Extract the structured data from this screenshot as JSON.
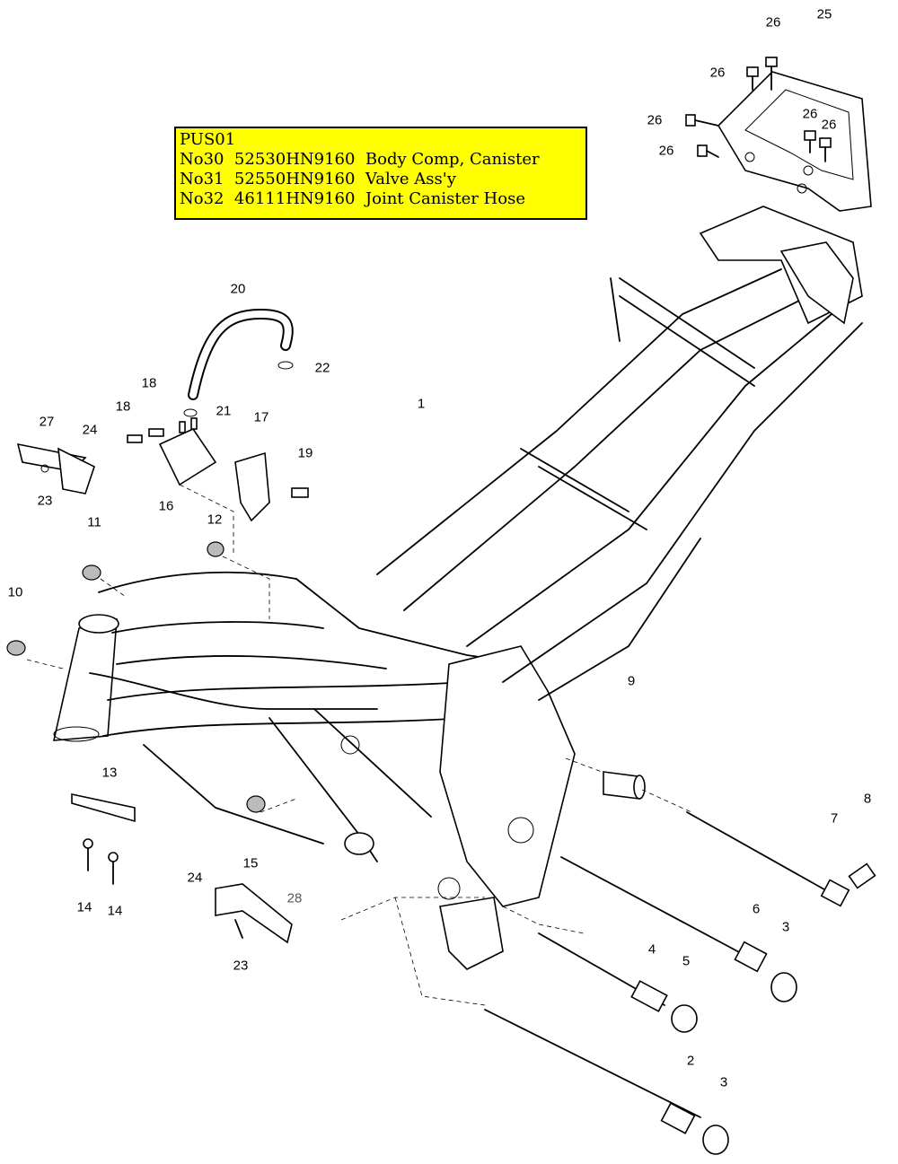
{
  "note": {
    "background": "#ffff00",
    "lines": [
      "PUS01",
      "No30  52530HN9160  Body Comp, Canister",
      "No31  52550HN9160  Valve Ass'y",
      "No32  46111HN9160  Joint Canister Hose"
    ]
  },
  "callouts": {
    "n1": "1",
    "n2": "2",
    "n3a": "3",
    "n3b": "3",
    "n4": "4",
    "n5": "5",
    "n6": "6",
    "n7": "7",
    "n8": "8",
    "n9": "9",
    "n10": "10",
    "n11": "11",
    "n12": "12",
    "n13": "13",
    "n14a": "14",
    "n14b": "14",
    "n15": "15",
    "n16": "16",
    "n17": "17",
    "n18a": "18",
    "n18b": "18",
    "n19": "19",
    "n20": "20",
    "n21": "21",
    "n22": "22",
    "n23a": "23",
    "n23b": "23",
    "n24a": "24",
    "n24b": "24",
    "n25": "25",
    "n26a": "26",
    "n26b": "26",
    "n26c": "26",
    "n26d": "26",
    "n26e": "26",
    "n26f": "26",
    "n27": "27",
    "n28": "28"
  }
}
